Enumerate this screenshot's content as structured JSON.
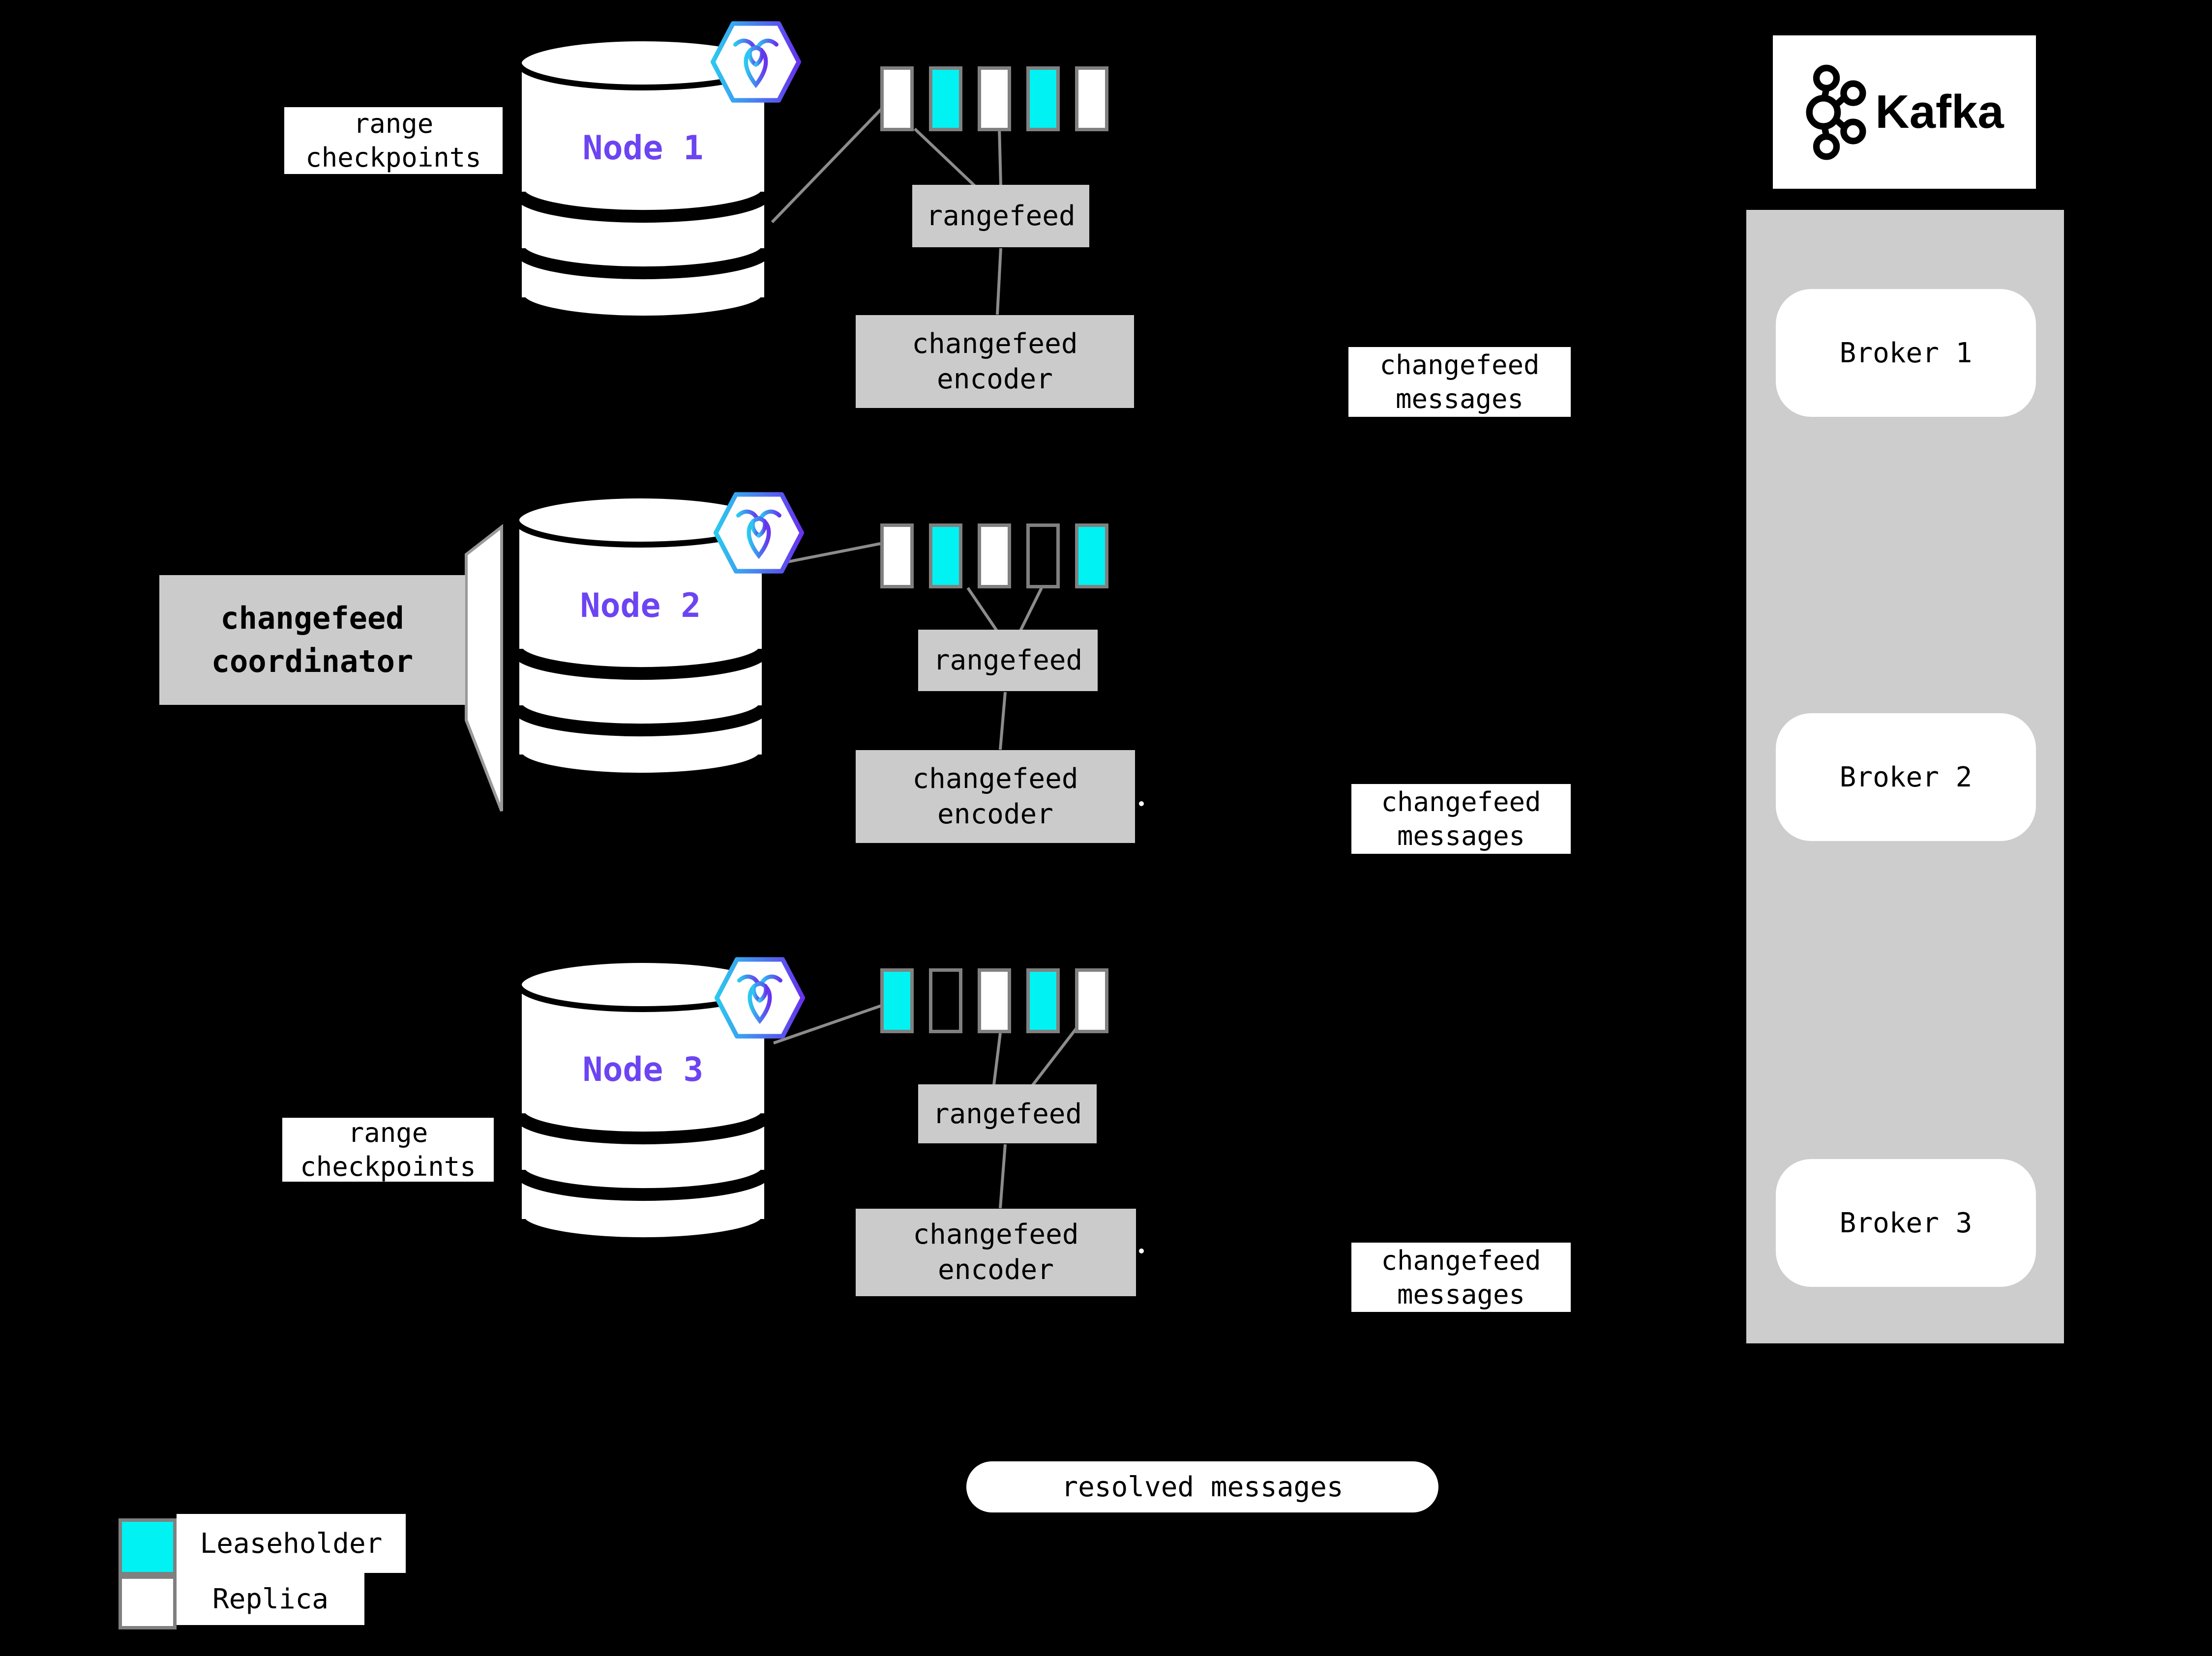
{
  "colors": {
    "background": "#000000",
    "leaseholder": "#00F2F2",
    "replica": "#FFFFFF",
    "square_border": "#808080",
    "box_gray": "#CBCBCB",
    "kafka_band": "#CDCDCD",
    "node_label": "#6C44F2",
    "line_gray": "#8C8C8C"
  },
  "icons": {
    "node_badge": "cockroachdb-icon",
    "kafka": "kafka-logo-icon"
  },
  "nodes": [
    {
      "label": "Node 1",
      "rangefeed_label": "rangefeed",
      "encoder_lines": [
        "changefeed",
        "encoder"
      ],
      "squares": [
        "replica",
        "leaseholder",
        "replica",
        "leaseholder",
        "replica"
      ]
    },
    {
      "label": "Node 2",
      "rangefeed_label": "rangefeed",
      "encoder_lines": [
        "changefeed",
        "encoder"
      ],
      "squares": [
        "replica",
        "leaseholder",
        "replica",
        "empty",
        "leaseholder"
      ]
    },
    {
      "label": "Node 3",
      "rangefeed_label": "rangefeed",
      "encoder_lines": [
        "changefeed",
        "encoder"
      ],
      "squares": [
        "leaseholder",
        "empty",
        "replica",
        "leaseholder",
        "replica"
      ]
    }
  ],
  "labels": {
    "range_checkpoints": [
      "range",
      "checkpoints"
    ],
    "changefeed_messages": [
      "changefeed",
      "messages"
    ],
    "coordinator": [
      "changefeed",
      "coordinator"
    ],
    "resolved_messages": "resolved messages"
  },
  "kafka": {
    "logo_text": "Kafka",
    "brokers": [
      "Broker 1",
      "Broker 2",
      "Broker 3"
    ]
  },
  "legend": {
    "leaseholder": "Leaseholder",
    "replica": "Replica"
  }
}
